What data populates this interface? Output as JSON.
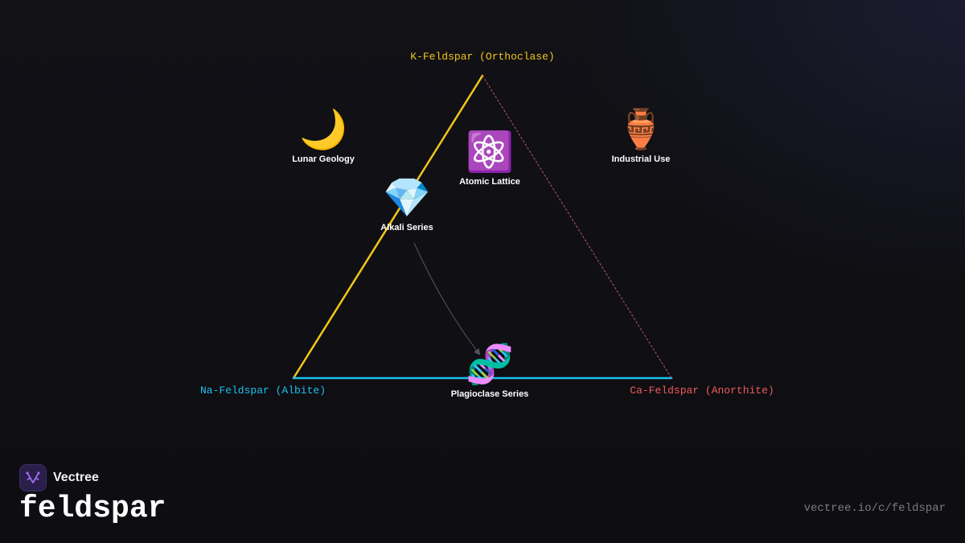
{
  "diagram": {
    "vertices": {
      "top": {
        "label": "K-Feldspar (Orthoclase)",
        "color": "#f5c518"
      },
      "left": {
        "label": "Na-Feldspar (Albite)",
        "color": "#1ec0ef"
      },
      "right": {
        "label": "Ca-Feldspar (Anorthite)",
        "color": "#f05a5a"
      }
    },
    "edges": {
      "k_na": {
        "color": "#f5c518",
        "style": "solid"
      },
      "na_ca": {
        "color": "#1ec0ef",
        "style": "solid"
      },
      "k_ca": {
        "color": "#b85a5a",
        "style": "dashed"
      },
      "connector": {
        "color": "#555560",
        "from": "Alkali Series",
        "to": "Plagioclase Series"
      }
    },
    "nodes": [
      {
        "label": "Lunar Geology",
        "emoji": "🌙",
        "icon": "crescent-moon-icon"
      },
      {
        "label": "Atomic Lattice",
        "emoji": "⚛️",
        "icon": "atom-icon"
      },
      {
        "label": "Industrial Use",
        "emoji": "🏺",
        "icon": "amphora-icon"
      },
      {
        "label": "Alkali Series",
        "emoji": "💎",
        "icon": "gem-icon"
      },
      {
        "label": "Plagioclase Series",
        "emoji": "🧬",
        "icon": "dna-icon"
      }
    ]
  },
  "footer": {
    "brand": "Vectree",
    "topic": "feldspar",
    "url": "vectree.io/c/feldspar",
    "accent": "#a06cf0"
  }
}
